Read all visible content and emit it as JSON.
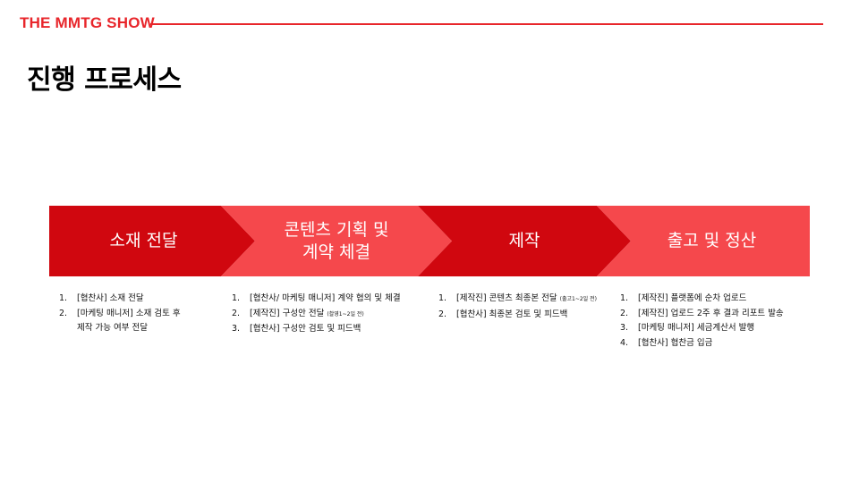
{
  "header": {
    "brand": "THE MMTG SHOW",
    "title": "진행 프로세스"
  },
  "colors": {
    "accent": "#e8262b",
    "step_dark": "#d0070f",
    "step_light": "#f5484c"
  },
  "steps": [
    {
      "label": "소재 전달"
    },
    {
      "label": "콘텐츠 기획 및\n계약 체결"
    },
    {
      "label": "제작"
    },
    {
      "label": "출고 및 정산"
    }
  ],
  "details": [
    {
      "items": [
        {
          "num": "1.",
          "text": "[협찬사] 소재 전달",
          "note": ""
        },
        {
          "num": "2.",
          "text": "[마케팅 매니저] 소재 검토 후\n제작 가능 여부 전달",
          "note": ""
        }
      ]
    },
    {
      "items": [
        {
          "num": "1.",
          "text": "[협찬사/ 마케팅 매니저] 계약 협의 및 체결",
          "note": ""
        },
        {
          "num": "2.",
          "text": "[제작진] 구성안 전달 ",
          "note": "(촬영1~2일 전)"
        },
        {
          "num": "3.",
          "text": "[협찬사] 구성안 검토 및 피드백",
          "note": ""
        }
      ]
    },
    {
      "items": [
        {
          "num": "1.",
          "text": "[제작진] 콘텐츠 최종본 전달 ",
          "note": "(출고1~2일 전)"
        },
        {
          "num": "2.",
          "text": "[협찬사] 최종본 검토 및 피드백",
          "note": ""
        }
      ]
    },
    {
      "items": [
        {
          "num": "1.",
          "text": "[제작진] 플랫폼에 순차 업로드",
          "note": ""
        },
        {
          "num": "2.",
          "text": "[제작진] 업로드 2주 후 결과 리포트 발송",
          "note": ""
        },
        {
          "num": "3.",
          "text": "[마케팅 매니저] 세금계산서 발행",
          "note": ""
        },
        {
          "num": "4.",
          "text": "[협찬사]  협찬금 입금",
          "note": ""
        }
      ]
    }
  ]
}
